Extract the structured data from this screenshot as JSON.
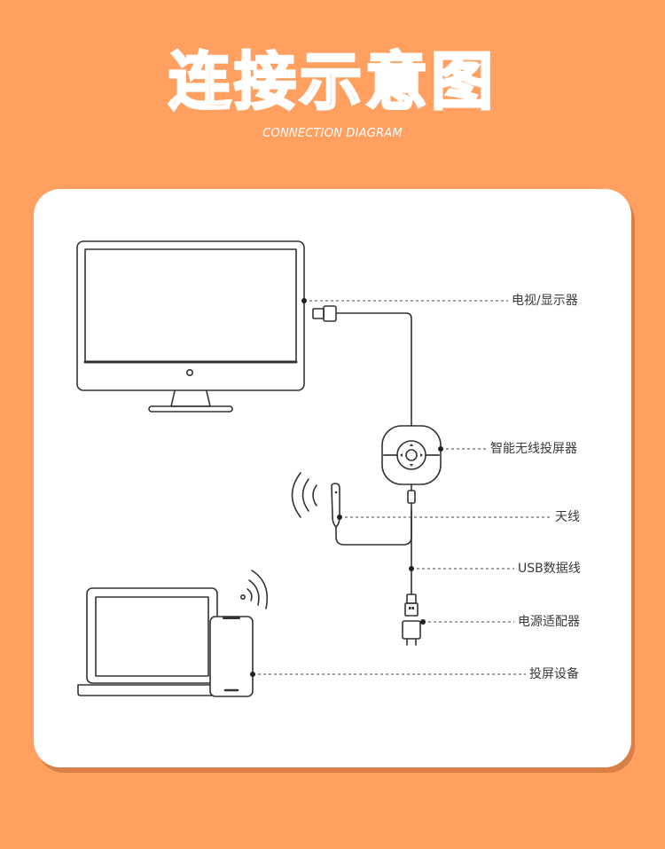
{
  "header": {
    "title": "连接示意图",
    "subtitle": "CONNECTION DIAGRAM"
  },
  "labels": {
    "tv": "电视/显示器",
    "receiver": "智能无线投屏器",
    "antenna": "天线",
    "usb_cable": "USB数据线",
    "adapter": "电源适配器",
    "device": "投屏设备"
  },
  "colors": {
    "background": "#FFA061",
    "card": "#FFFFFF",
    "line": "#333333"
  }
}
